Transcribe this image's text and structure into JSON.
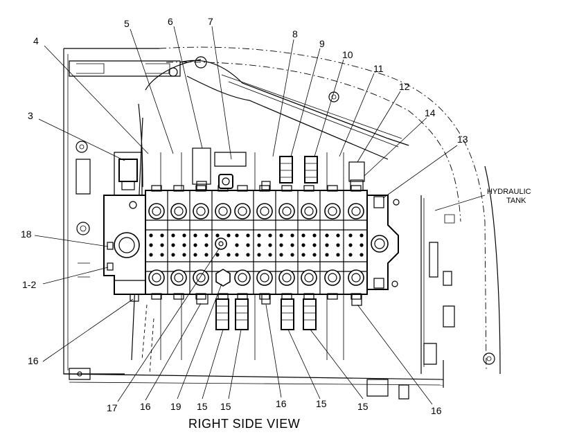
{
  "view_title": "RIGHT SIDE VIEW",
  "tank_label": {
    "line1": "HYDRAULIC",
    "line2": "TANK"
  },
  "callouts": [
    {
      "id": "c4",
      "text": "4"
    },
    {
      "id": "c5",
      "text": "5"
    },
    {
      "id": "c6",
      "text": "6"
    },
    {
      "id": "c7",
      "text": "7"
    },
    {
      "id": "c8",
      "text": "8"
    },
    {
      "id": "c9",
      "text": "9"
    },
    {
      "id": "c10",
      "text": "10"
    },
    {
      "id": "c11",
      "text": "11"
    },
    {
      "id": "c12",
      "text": "12"
    },
    {
      "id": "c14",
      "text": "14"
    },
    {
      "id": "c13",
      "text": "13"
    },
    {
      "id": "c3",
      "text": "3"
    },
    {
      "id": "c18",
      "text": "18"
    },
    {
      "id": "c1-2",
      "text": "1-2"
    },
    {
      "id": "c16a",
      "text": "16"
    },
    {
      "id": "c17",
      "text": "17"
    },
    {
      "id": "c16b",
      "text": "16"
    },
    {
      "id": "c19",
      "text": "19"
    },
    {
      "id": "c15a",
      "text": "15"
    },
    {
      "id": "c15b",
      "text": "15"
    },
    {
      "id": "c16c",
      "text": "16"
    },
    {
      "id": "c15c",
      "text": "15"
    },
    {
      "id": "c15d",
      "text": "15"
    },
    {
      "id": "c16d",
      "text": "16"
    }
  ]
}
